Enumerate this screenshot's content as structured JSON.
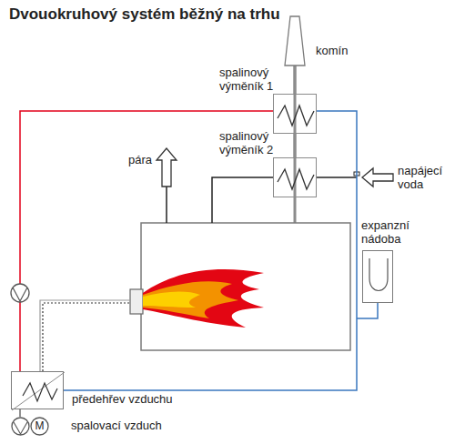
{
  "diagram": {
    "title": "Dvouokruhový systém běžný na trhu",
    "nodes": [
      {
        "text": [
          "komín"
        ]
      },
      {
        "text": [
          "spalinový výměník 1"
        ]
      },
      {
        "text": [
          "spalinový výměník 2"
        ]
      },
      {
        "text": [
          "expanzní nádoba"
        ]
      },
      {
        "text": [
          "předehřev vzduchu"
        ]
      },
      {
        "text": [
          "spalovací vzduch"
        ]
      },
      {
        "text": [
          "M"
        ]
      }
    ],
    "edges": [
      {
        "from": 1,
        "to": 0,
        "arrow": "none"
      },
      {
        "from": 2,
        "to": 1,
        "arrow": "none"
      },
      {
        "from": 1,
        "to": 4,
        "arrow": "none"
      },
      {
        "from": 4,
        "to": 1,
        "arrow": "none"
      },
      {
        "from": 5,
        "to": 4,
        "arrow": "none"
      }
    ],
    "labels": [
      "pára",
      "napájecí voda"
    ]
  }
}
